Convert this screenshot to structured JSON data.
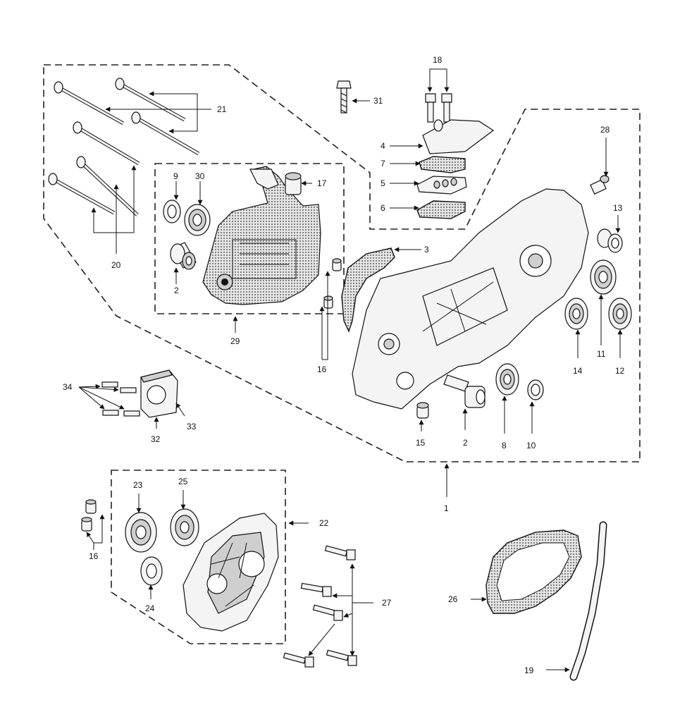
{
  "diagram": {
    "callouts": [
      "1",
      "2",
      "3",
      "4",
      "5",
      "6",
      "7",
      "8",
      "9",
      "10",
      "11",
      "12",
      "13",
      "14",
      "15",
      "16",
      "17",
      "18",
      "19",
      "20",
      "21",
      "22",
      "23",
      "24",
      "25",
      "26",
      "27",
      "28",
      "29",
      "30",
      "31",
      "32",
      "33",
      "34"
    ]
  },
  "colors": {
    "line": "#111111",
    "background": "#ffffff",
    "shading": "#cfcfcf"
  }
}
